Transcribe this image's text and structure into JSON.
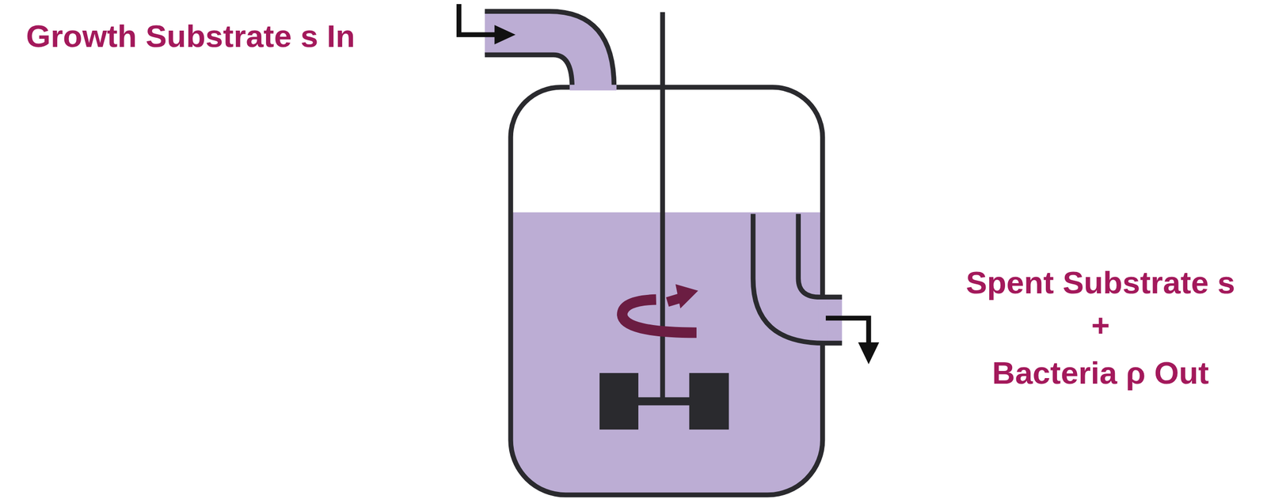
{
  "diagram": {
    "labels": [
      "Growth Substrate s In",
      "Spent Substrate s",
      "+",
      "Bacteria ρ Out"
    ]
  }
}
